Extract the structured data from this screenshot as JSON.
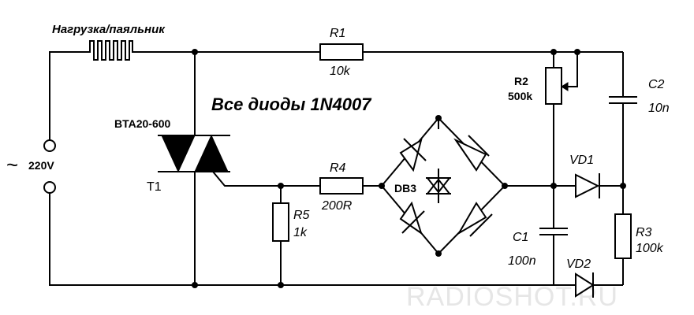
{
  "labels": {
    "load": "Нагрузка/паяльник",
    "note": "Все диоды 1N4007",
    "voltage": "220V",
    "tilde": "~",
    "triac_model": "BTA20-600",
    "triac_ref": "T1",
    "r1_ref": "R1",
    "r1_val": "10k",
    "r2_ref": "R2",
    "r2_val": "500k",
    "r3_ref": "R3",
    "r3_val": "100k",
    "r4_ref": "R4",
    "r4_val": "200R",
    "r5_ref": "R5",
    "r5_val": "1k",
    "c1_ref": "C1",
    "c1_val": "100n",
    "c2_ref": "C2",
    "c2_val": "10n",
    "vd1_ref": "VD1",
    "vd2_ref": "VD2",
    "db_ref": "DB3",
    "watermark": "RADIOSHOT.RU"
  }
}
